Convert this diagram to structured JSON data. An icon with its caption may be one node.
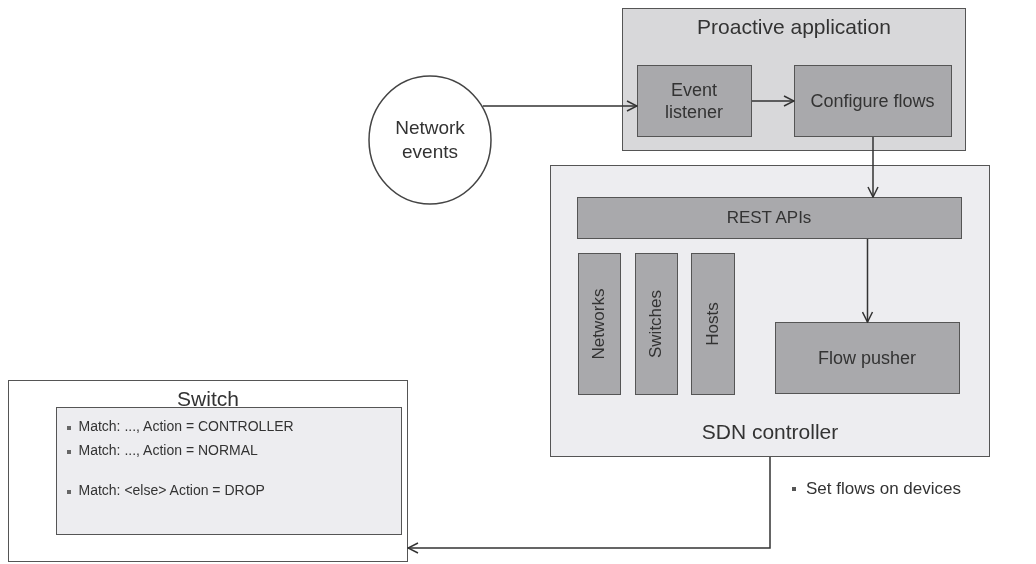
{
  "diagram": {
    "nodes": [
      {
        "text": [
          "Network events"
        ]
      },
      {
        "text": [
          "Proactive application"
        ]
      },
      {
        "text": [
          "Event listener"
        ],
        "in": 1
      },
      {
        "text": [
          "Configure flows"
        ],
        "in": 1
      },
      {
        "text": [
          "SDN controller"
        ]
      },
      {
        "text": [
          "REST APIs"
        ],
        "in": 4
      },
      {
        "text": [
          "Networks"
        ],
        "in": 4
      },
      {
        "text": [
          "Switches"
        ],
        "in": 4
      },
      {
        "text": [
          "Hosts"
        ],
        "in": 4
      },
      {
        "text": [
          "Flow pusher"
        ],
        "in": 4
      },
      {
        "text": [
          "Switch"
        ]
      },
      {
        "text": [
          "Match: ..., Action = CONTROLLER",
          "Match: ..., Action = NORMAL",
          "Match: <else> Action = DROP"
        ],
        "in": 10
      }
    ],
    "edges": [
      {
        "from": 0,
        "to": 2,
        "arrow": "to"
      },
      {
        "from": 2,
        "to": 3,
        "arrow": "to"
      },
      {
        "from": 3,
        "to": 5,
        "arrow": "to"
      },
      {
        "from": 5,
        "to": 9,
        "arrow": "to"
      },
      {
        "from": 4,
        "to": 10,
        "arrow": "to",
        "label": "Set flows on devices"
      }
    ]
  }
}
